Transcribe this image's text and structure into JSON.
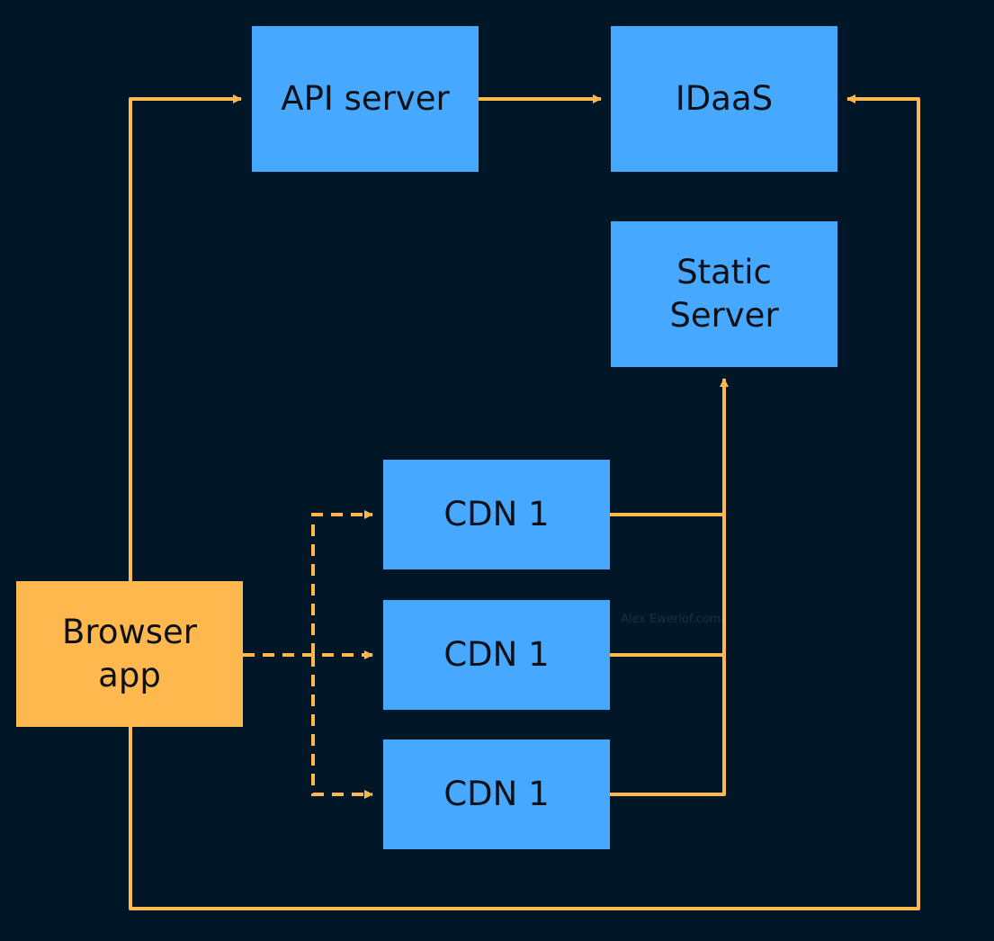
{
  "nodes": {
    "api_server": "API server",
    "idaas": "IDaaS",
    "static_server": "Static\nServer",
    "cdn_1": "CDN 1",
    "cdn_2": "CDN 1",
    "cdn_3": "CDN 1",
    "browser_app": "Browser\napp"
  },
  "watermark": "Alex Ewerlof.com",
  "colors": {
    "background": "#011627",
    "server_box": "#47a8ff",
    "client_box": "#ffb84d",
    "connector": "#ffb84d"
  }
}
